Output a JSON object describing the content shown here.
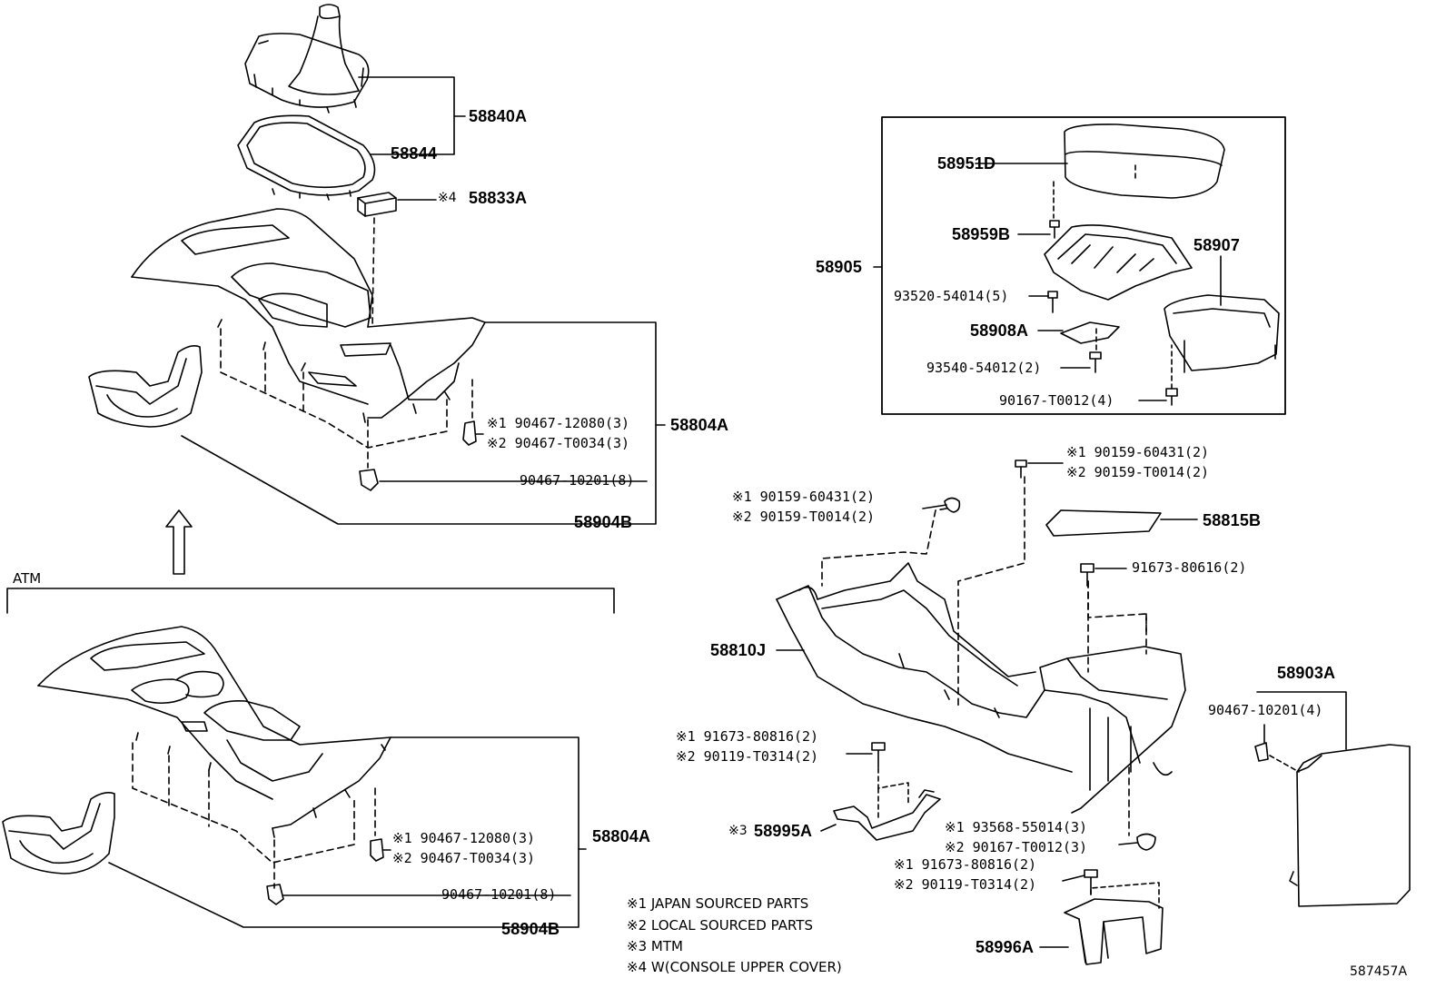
{
  "diagram_id": "587457A",
  "section_label": "ATM",
  "parts": {
    "p58840A": "58840A",
    "p58844": "58844",
    "p58833A": "58833A",
    "p58833A_mark": "※4",
    "p58804A_top": "58804A",
    "p58904B_top": "58904B",
    "clip_top_1": "※1 90467-12080(3)",
    "clip_top_2": "※2 90467-T0034(3)",
    "clip_top_3": "90467-10201(8)",
    "p58804A_bottom": "58804A",
    "p58904B_bottom": "58904B",
    "clip_bot_1": "※1 90467-12080(3)",
    "clip_bot_2": "※2 90467-T0034(3)",
    "clip_bot_3": "90467-10201(8)",
    "p58905": "58905",
    "p58951D": "58951D",
    "p58959B": "58959B",
    "p58907": "58907",
    "screw_93520": "93520-54014(5)",
    "p58908A": "58908A",
    "screw_93540": "93540-54012(2)",
    "screw_90167_box": "90167-T0012(4)",
    "bolt_r1a": "※1 90159-60431(2)",
    "bolt_r1b": "※2 90159-T0014(2)",
    "bolt_l1a": "※1 90159-60431(2)",
    "bolt_l1b": "※2 90159-T0014(2)",
    "p58815B": "58815B",
    "screw_91673_80616": "91673-80616(2)",
    "p58810J": "58810J",
    "p58903A": "58903A",
    "clip_58903": "90467-10201(4)",
    "bolt_l2a": "※1 91673-80816(2)",
    "bolt_l2b": "※2 90119-T0314(2)",
    "p58995A": "58995A",
    "p58995A_mark": "※3",
    "screw_93568": "※1 93568-55014(3)",
    "screw_90167_T0012_3": "※2 90167-T0012(3)",
    "bolt_l3a": "※1 91673-80816(2)",
    "bolt_l3b": "※2 90119-T0314(2)",
    "p58996A": "58996A"
  },
  "legend": [
    "※1 JAPAN SOURCED PARTS",
    "※2 LOCAL SOURCED PARTS",
    "※3 MTM",
    "※4 W(CONSOLE UPPER COVER)"
  ]
}
